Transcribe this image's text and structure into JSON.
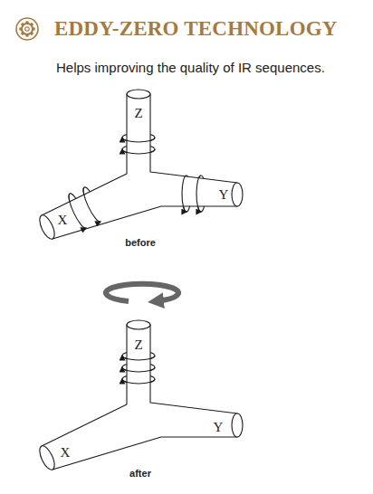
{
  "diagram": {
    "title": "EDDY-ZERO TECHNOLOGY",
    "labels": [
      "Helps improving the quality of IR sequences.",
      "Z",
      "X",
      "Y",
      "before",
      "Z",
      "X",
      "Y",
      "after"
    ]
  }
}
